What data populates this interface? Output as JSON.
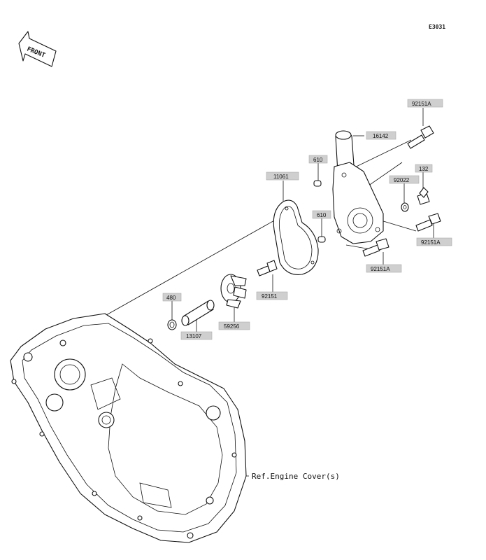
{
  "diagram": {
    "code": "E3031",
    "front_label": "FRONT",
    "ref_label": "Ref.Engine Cover(s)",
    "parts": [
      {
        "id": "p92151A_top",
        "label": "92151A"
      },
      {
        "id": "p16142",
        "label": "16142"
      },
      {
        "id": "p610_top",
        "label": "610"
      },
      {
        "id": "p11061",
        "label": "11061"
      },
      {
        "id": "p132",
        "label": "132"
      },
      {
        "id": "p92022",
        "label": "92022"
      },
      {
        "id": "p610_mid",
        "label": "610"
      },
      {
        "id": "p92151A_right",
        "label": "92151A"
      },
      {
        "id": "p92151A_bottom",
        "label": "92151A"
      },
      {
        "id": "p92151",
        "label": "92151"
      },
      {
        "id": "p480",
        "label": "480"
      },
      {
        "id": "p59256",
        "label": "59256"
      },
      {
        "id": "p13107",
        "label": "13107"
      }
    ]
  }
}
